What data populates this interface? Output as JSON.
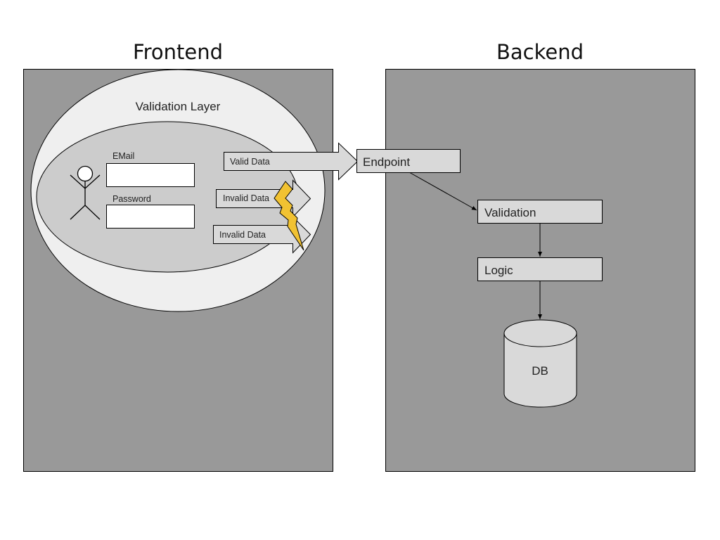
{
  "frontend": {
    "title": "Frontend",
    "validation_layer_label": "Validation Layer",
    "form": {
      "email_label": "EMail",
      "email_value": "",
      "password_label": "Password",
      "password_value": ""
    },
    "arrows": [
      {
        "label": "Valid Data",
        "status": "passed"
      },
      {
        "label": "Invalid Data",
        "status": "blocked"
      },
      {
        "label": "Invalid Data",
        "status": "blocked"
      }
    ]
  },
  "backend": {
    "title": "Backend",
    "nodes": {
      "endpoint": "Endpoint",
      "validation": "Validation",
      "logic": "Logic",
      "db": "DB"
    }
  },
  "colors": {
    "panel": "#999999",
    "outer_ellipse": "#efefef",
    "inner_ellipse": "#cccccc",
    "box": "#d9d9d9",
    "lightning": "#f1c232"
  }
}
